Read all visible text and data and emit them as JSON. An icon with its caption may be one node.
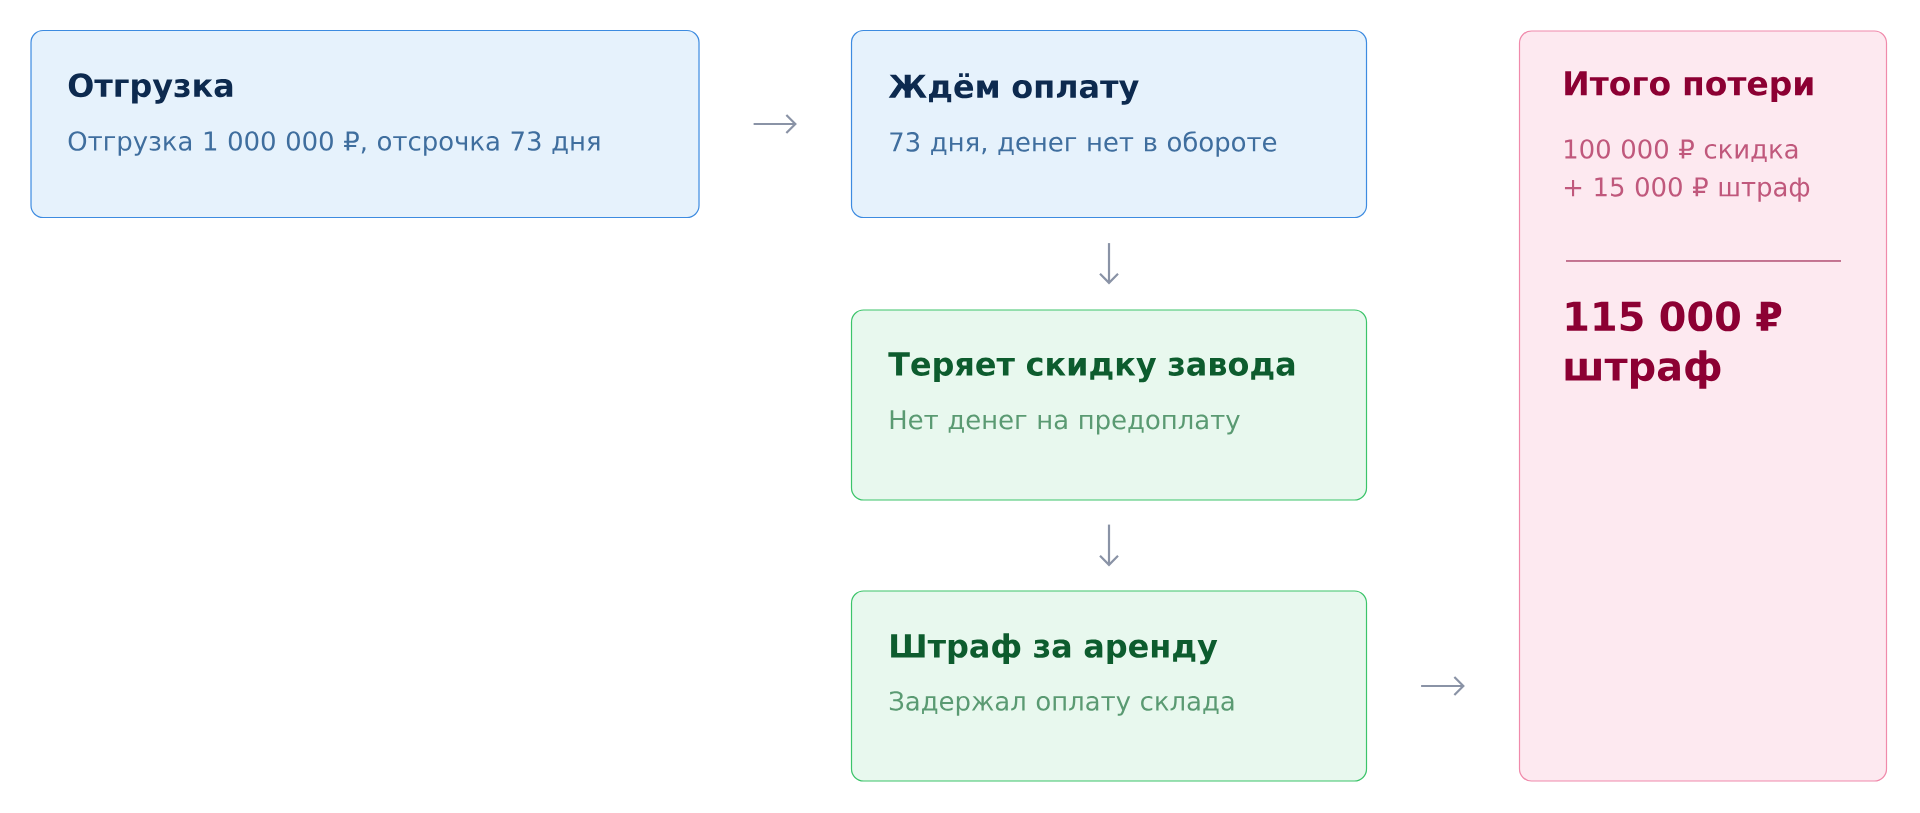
{
  "diagram": {
    "nodes": [
      {
        "text": [
          "Отгрузка",
          "Отгрузка 1 000 000 ₽, отсрочка 73 дня"
        ]
      },
      {
        "text": [
          "Ждём оплату",
          "73 дня, денег нет в обороте"
        ]
      },
      {
        "text": [
          "Теряет скидку завода",
          "Нет денег на предоплату"
        ]
      },
      {
        "text": [
          "Штраф за аренду",
          "Задержал оплату склада"
        ]
      },
      {
        "text": [
          "Итого потери",
          "100 000 ₽ скидка + 15 000 ₽ штраф",
          "115 000 ₽ штраф"
        ]
      }
    ],
    "edges": [
      {
        "from": 0,
        "to": 1,
        "arrow": "to"
      },
      {
        "from": 1,
        "to": 2,
        "arrow": "to"
      },
      {
        "from": 2,
        "to": 3,
        "arrow": "to"
      },
      {
        "from": 3,
        "to": 4,
        "arrow": "to"
      }
    ]
  }
}
